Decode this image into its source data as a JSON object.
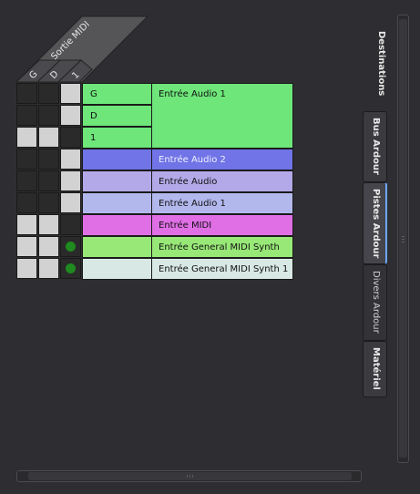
{
  "source_group": {
    "name": "Sortie MIDI",
    "ports": [
      "G",
      "D",
      "1"
    ]
  },
  "destinations_title": "Destinations",
  "tabs": [
    {
      "label": "Bus Ardour",
      "active": false
    },
    {
      "label": "Pistes Ardour",
      "active": true
    },
    {
      "label": "Divers Ardour",
      "active": false
    },
    {
      "label": "Matériel",
      "active": false
    }
  ],
  "rows": [
    {
      "port": "G",
      "bundle": "Entrée Audio  1",
      "cells": [
        "dark",
        "dark",
        "light"
      ]
    },
    {
      "port": "D",
      "bundle": "",
      "cells": [
        "dark",
        "dark",
        "light"
      ]
    },
    {
      "port": "1",
      "bundle": "",
      "cells": [
        "light",
        "light",
        "dark"
      ]
    },
    {
      "port": "",
      "bundle": "Entrée Audio  2",
      "cells": [
        "dark",
        "dark",
        "light"
      ]
    },
    {
      "port": "",
      "bundle": "Entrée Audio",
      "cells": [
        "dark",
        "dark",
        "light"
      ]
    },
    {
      "port": "",
      "bundle": "Entrée Audio 1",
      "cells": [
        "dark",
        "dark",
        "light"
      ]
    },
    {
      "port": "",
      "bundle": "Entrée MIDI",
      "cells": [
        "light",
        "light",
        "dark"
      ]
    },
    {
      "port": "",
      "bundle": "Entrée General MIDI Synth",
      "cells": [
        "light",
        "light",
        "connected"
      ]
    },
    {
      "port": "",
      "bundle": "Entrée General MIDI Synth 1",
      "cells": [
        "light",
        "light",
        "connected"
      ]
    }
  ],
  "colors": {
    "green": "#6ee67a",
    "blue": "#7074e6",
    "lavender": "#b4a9e8",
    "periwinkle": "#b2b8ec",
    "magenta": "#e06fe6",
    "lightgreen": "#98e878",
    "pale": "#d8e8e4",
    "connected_dot": "#1f8a1f"
  }
}
